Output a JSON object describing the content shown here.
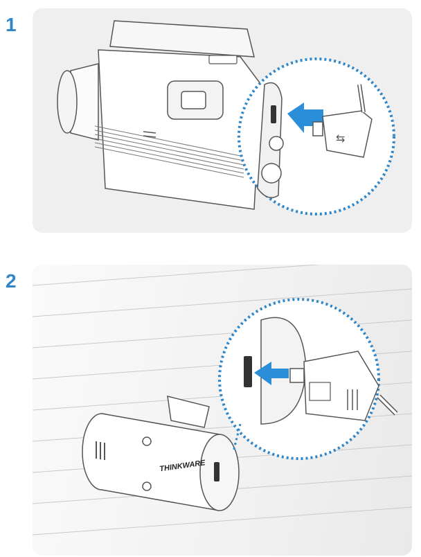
{
  "steps": [
    {
      "number": "1",
      "illustration": "dash-cam-front-usb-connection"
    },
    {
      "number": "2",
      "illustration": "rear-camera-cable-connection"
    }
  ],
  "labels": {
    "brand": "THINKWARE"
  },
  "colors": {
    "accent": "#2f86c8",
    "arrow": "#2a8fd8",
    "dotted_circle": "#2f86c8",
    "panel_bg": "#efefef",
    "device_body": "#ffffff",
    "outline": "#555555"
  }
}
